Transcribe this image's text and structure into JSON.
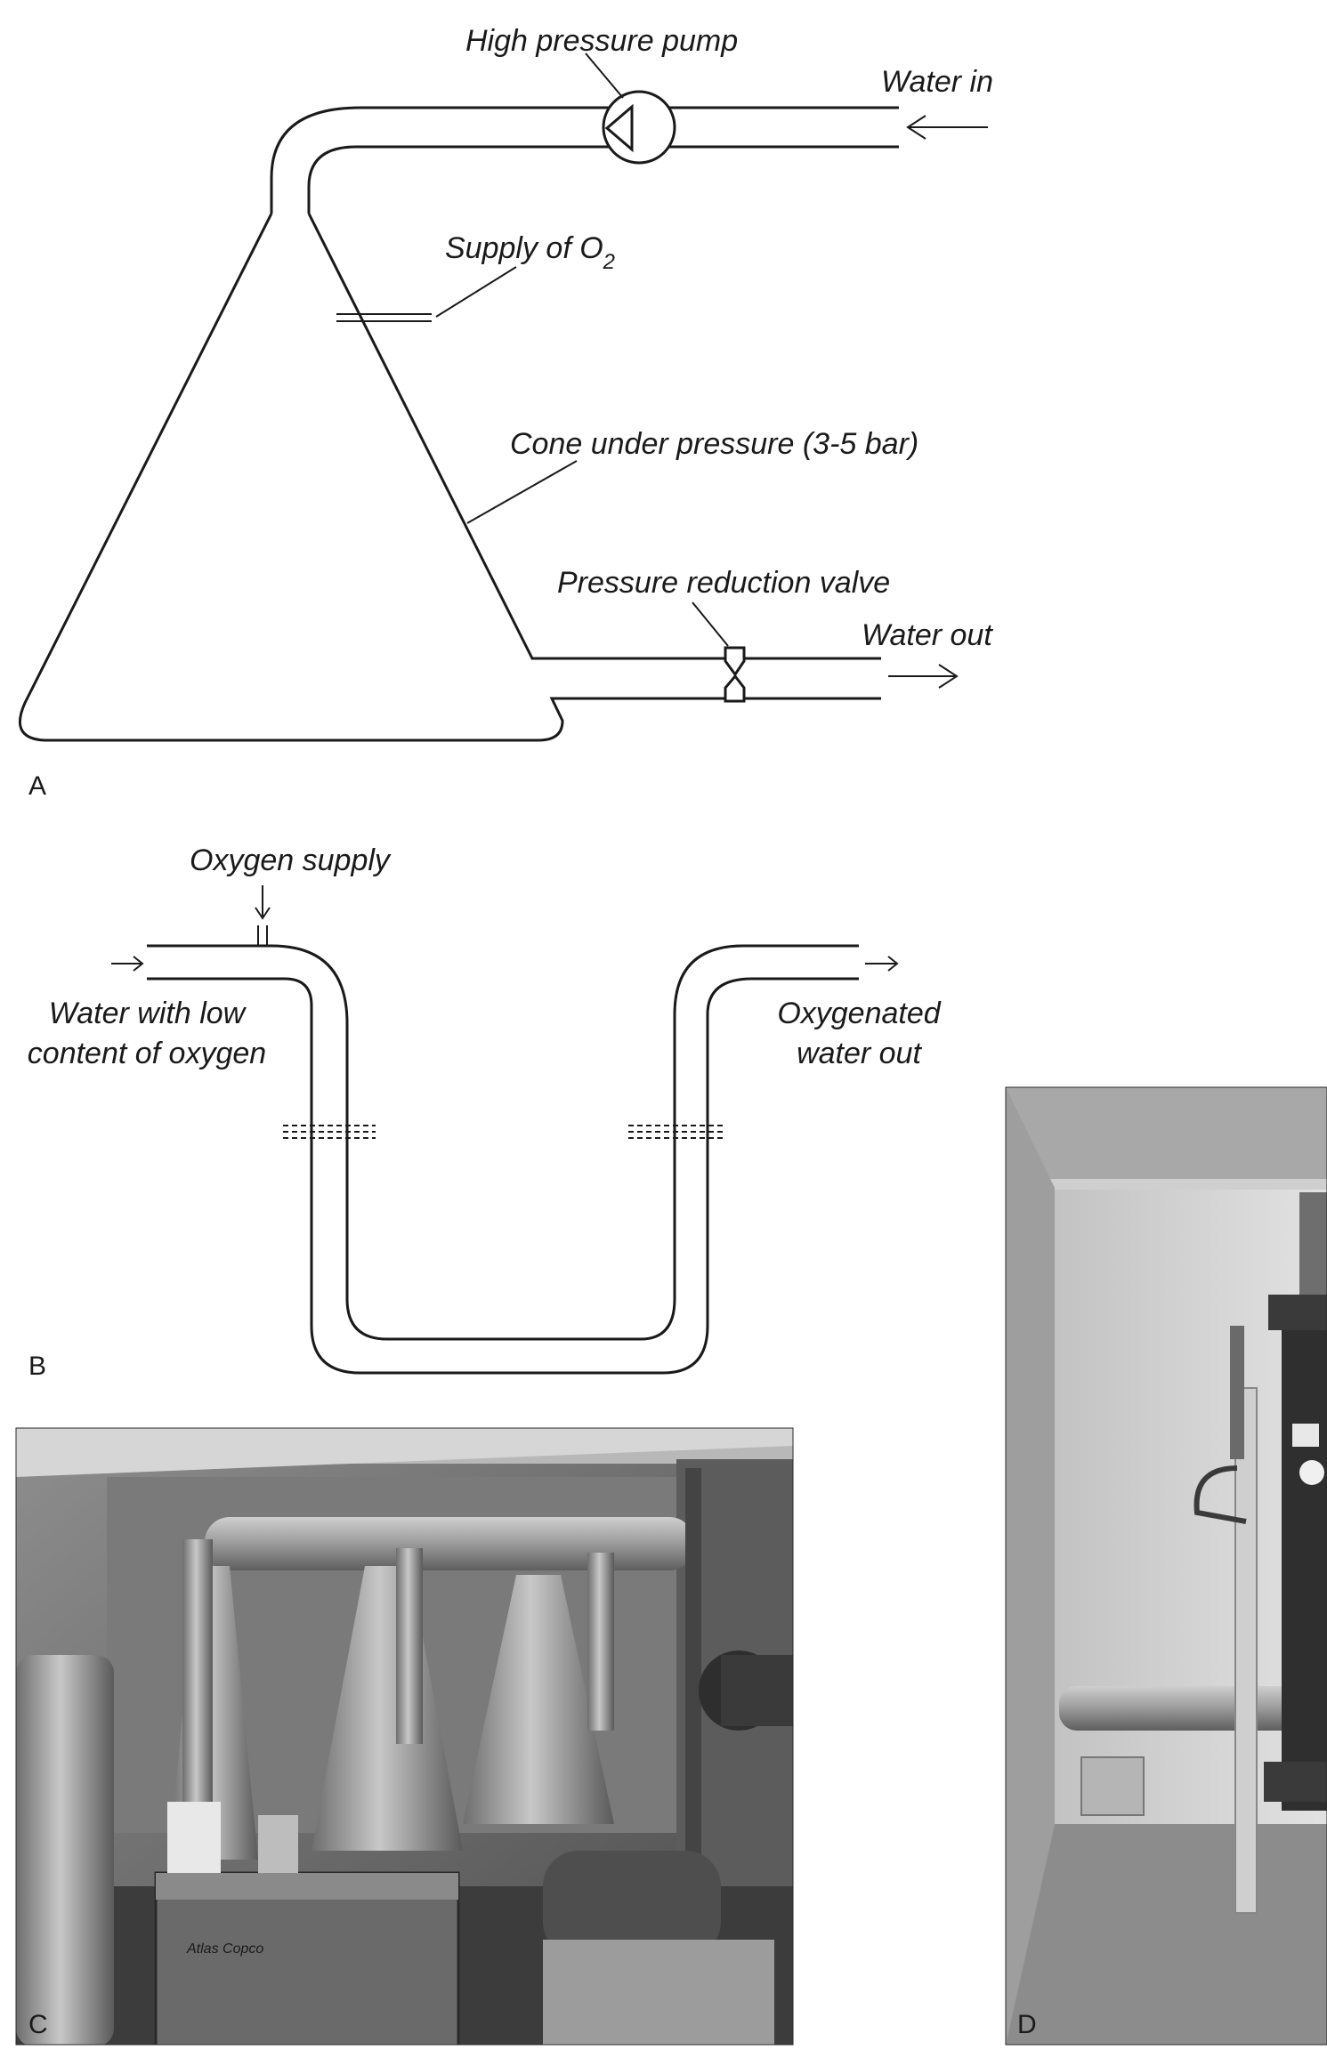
{
  "panel_a": {
    "letter": "A",
    "pump_label": "High pressure pump",
    "water_in_label": "Water in",
    "o2_label_text": "Supply of O",
    "o2_label_subscript": "2",
    "cone_label": "Cone under pressure (3-5 bar)",
    "valve_label": "Pressure reduction valve",
    "water_out_label": "Water out"
  },
  "panel_b": {
    "letter": "B",
    "oxygen_supply_label": "Oxygen supply",
    "inlet_label_line1": "Water with low",
    "inlet_label_line2": "content of oxygen",
    "outlet_label_line1": "Oxygenated",
    "outlet_label_line2": "water out"
  },
  "panel_c": {
    "letter": "C",
    "nameplate_text": "Atlas Copco"
  },
  "panel_d": {
    "letter": "D"
  },
  "colors": {
    "line": "#1a1a1a",
    "photo_light": "#d9d9d9",
    "photo_mid": "#9a9a9a",
    "photo_dark": "#3a3a3a"
  }
}
